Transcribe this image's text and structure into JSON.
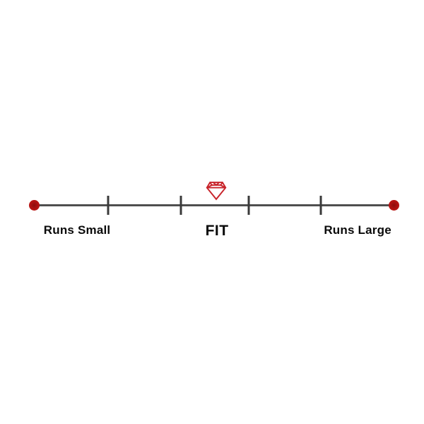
{
  "widget": {
    "type": "fit-scale-indicator",
    "labels": {
      "left": "Runs Small",
      "center": "FIT",
      "right": "Runs Large"
    },
    "marker": {
      "icon": "gem-icon",
      "position_percent": 50.7,
      "meaning": "FIT"
    },
    "scale": {
      "ticks_percent": [
        20.6,
        40.9,
        59.7,
        79.8
      ],
      "left_endpoint": "red-dot",
      "right_endpoint": "red-dot"
    },
    "colors": {
      "background": "#ffffff",
      "line_gray": "#4f4f4f",
      "tick_gray": "#3a3a3a",
      "text_black": "#0a0a0a",
      "gem_red": "#c8242b",
      "dot_red": "#b31212"
    }
  }
}
